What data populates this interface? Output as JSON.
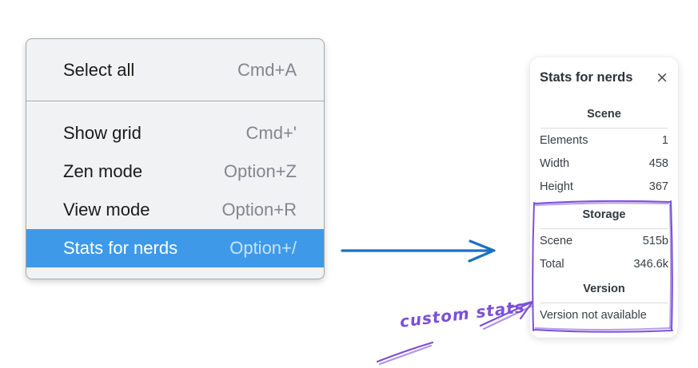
{
  "menu": {
    "items": [
      {
        "label": "Select all",
        "shortcut": "Cmd+A"
      },
      {
        "label": "Show grid",
        "shortcut": "Cmd+'"
      },
      {
        "label": "Zen mode",
        "shortcut": "Option+Z"
      },
      {
        "label": "View mode",
        "shortcut": "Option+R"
      },
      {
        "label": "Stats for nerds",
        "shortcut": "Option+/"
      }
    ],
    "highlighted_item": "Stats for nerds"
  },
  "stats_panel": {
    "title": "Stats for nerds",
    "close_icon": "×",
    "sections": [
      {
        "header": "Scene",
        "rows": [
          {
            "label": "Elements",
            "value": "1"
          },
          {
            "label": "Width",
            "value": "458"
          },
          {
            "label": "Height",
            "value": "367"
          }
        ]
      },
      {
        "header": "Storage",
        "rows": [
          {
            "label": "Scene",
            "value": "515b"
          },
          {
            "label": "Total",
            "value": "346.6k"
          }
        ]
      },
      {
        "header": "Version",
        "note": "Version not available"
      }
    ]
  },
  "annotation": {
    "label": "custom stats"
  },
  "colors": {
    "menu_highlight": "#3e9ae9",
    "arrow_blue": "#1c6fc0",
    "annotation_purple": "#7b50d8"
  }
}
